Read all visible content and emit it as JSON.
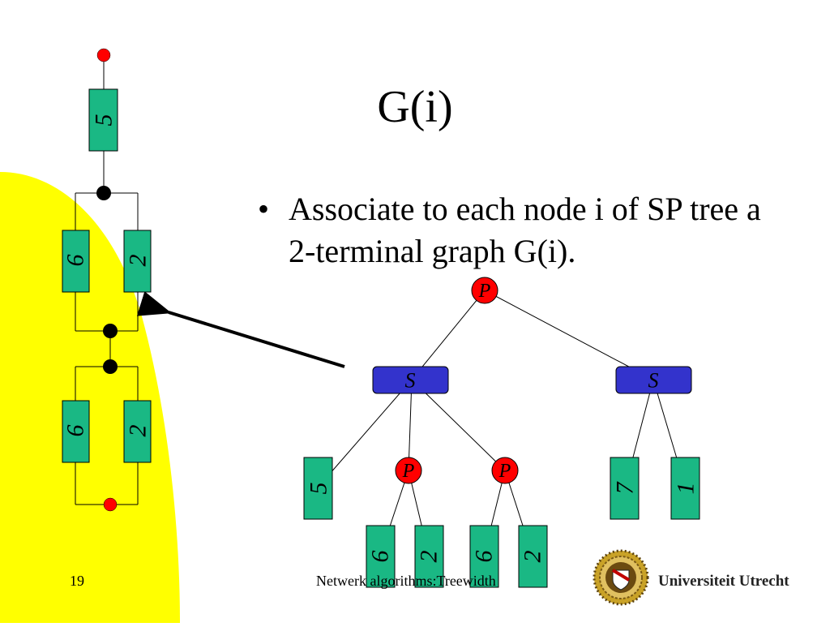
{
  "slide": {
    "title": "G(i)",
    "bullets": [
      {
        "bullet": "•",
        "text": "Associate to each node i of SP tree a 2-terminal graph G(i)."
      }
    ],
    "page_number": "19",
    "footer": "Netwerk algorithms:Treewidth",
    "university": "Universiteit Utrecht"
  },
  "graph": {
    "edge_labels": [
      "5",
      "6",
      "2",
      "6",
      "2"
    ]
  },
  "tree": {
    "root": "P",
    "series_nodes": [
      "S",
      "S"
    ],
    "inner_parallel": [
      "P",
      "P"
    ],
    "leaves_upper": [
      "5",
      "7",
      "1"
    ],
    "leaves_lower": [
      "6",
      "2",
      "6",
      "2"
    ]
  },
  "colors": {
    "background": "#ffffff",
    "yellow_accent": "#ffff00",
    "edge_box": "#1ab884",
    "terminal": "#ff0000",
    "series_node": "#3333cc",
    "parallel_node": "#ff0000"
  }
}
